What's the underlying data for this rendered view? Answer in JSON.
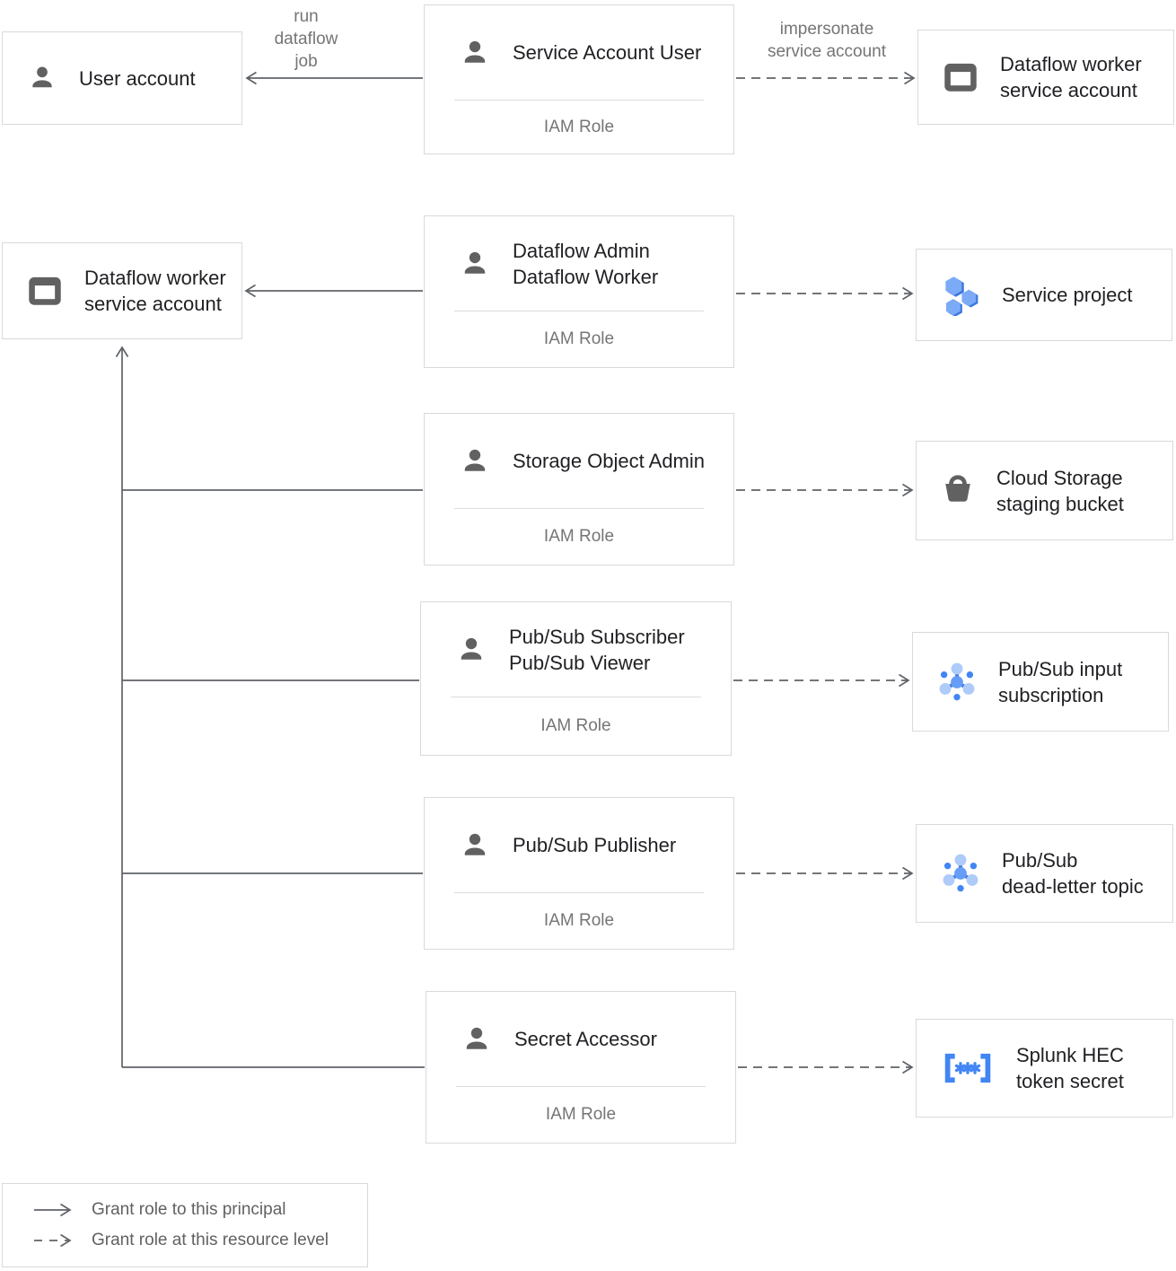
{
  "colors": {
    "accent_blue": "#4285f4",
    "blue_medium": "#669df6",
    "blue_light": "#aecbfa",
    "icon_gray": "#616161",
    "line_gray": "#5f6368",
    "border_gray": "#dadce0",
    "text_dark": "#202124",
    "text_gray": "#757575"
  },
  "edges": {
    "run_dataflow_job": [
      "run",
      "dataflow",
      "job"
    ],
    "impersonate_service_account": [
      "impersonate",
      "service account"
    ]
  },
  "entities": {
    "user_account": {
      "lines": [
        "User account"
      ]
    },
    "dataflow_worker_sa_left": {
      "lines": [
        "Dataflow worker",
        "service account"
      ]
    },
    "dataflow_worker_sa_right": {
      "lines": [
        "Dataflow worker",
        "service account"
      ]
    },
    "service_project": {
      "lines": [
        "Service project"
      ]
    },
    "cloud_storage_staging_bucket": {
      "lines": [
        "Cloud Storage",
        "staging bucket"
      ]
    },
    "pubsub_input_subscription": {
      "lines": [
        "Pub/Sub input",
        "subscription"
      ]
    },
    "pubsub_dead_letter_topic": {
      "lines": [
        "Pub/Sub",
        "dead-letter topic"
      ]
    },
    "splunk_hec_token_secret": {
      "lines": [
        "Splunk HEC",
        "token secret"
      ]
    }
  },
  "roles": {
    "service_account_user": {
      "lines": [
        "Service Account User"
      ],
      "footer": "IAM Role"
    },
    "dataflow_admin_worker": {
      "lines": [
        "Dataflow Admin",
        "Dataflow Worker"
      ],
      "footer": "IAM Role"
    },
    "storage_object_admin": {
      "lines": [
        "Storage Object Admin"
      ],
      "footer": "IAM Role"
    },
    "pubsub_subscriber_viewer": {
      "lines": [
        "Pub/Sub Subscriber",
        "Pub/Sub Viewer"
      ],
      "footer": "IAM Role"
    },
    "pubsub_publisher": {
      "lines": [
        "Pub/Sub Publisher"
      ],
      "footer": "IAM Role"
    },
    "secret_accessor": {
      "lines": [
        "Secret Accessor"
      ],
      "footer": "IAM Role"
    }
  },
  "legend": {
    "solid_label": "Grant role to this principal",
    "dashed_label": "Grant role at this resource level"
  }
}
